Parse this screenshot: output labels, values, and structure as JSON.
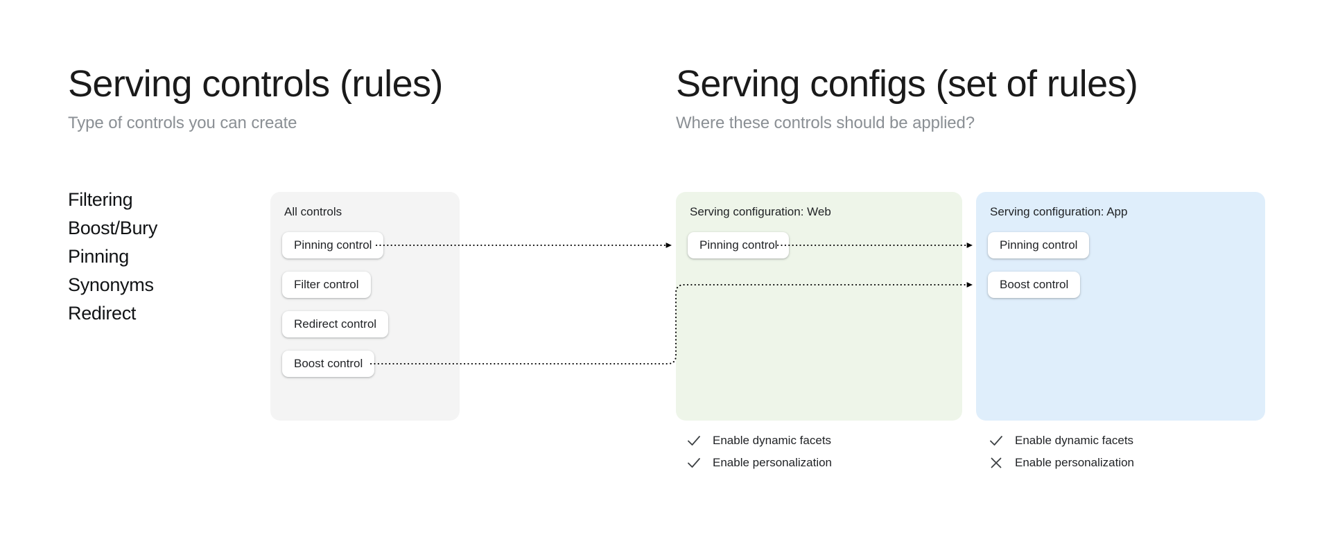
{
  "columns": {
    "left": {
      "title": "Serving controls (rules)",
      "subtitle": "Type of controls you can create"
    },
    "right": {
      "title": "Serving configs (set of rules)",
      "subtitle": "Where these controls should be applied?"
    }
  },
  "control_types": [
    {
      "label": "Filtering"
    },
    {
      "label": "Boost/Bury"
    },
    {
      "label": "Pinning"
    },
    {
      "label": "Synonyms"
    },
    {
      "label": "Redirect"
    }
  ],
  "panels": {
    "all_controls": {
      "label": "All controls",
      "bg": "#f4f4f4",
      "chips": [
        {
          "label": "Pinning control"
        },
        {
          "label": "Filter control"
        },
        {
          "label": "Redirect control"
        },
        {
          "label": "Boost control"
        }
      ]
    },
    "config_web": {
      "label": "Serving configuration: Web",
      "bg": "#eef5e9",
      "chips": [
        {
          "label": "Pinning control"
        }
      ],
      "options": [
        {
          "label": "Enable dynamic facets",
          "state": "check"
        },
        {
          "label": "Enable personalization",
          "state": "check"
        }
      ]
    },
    "config_app": {
      "label": "Serving configuration: App",
      "bg": "#dfeefb",
      "chips": [
        {
          "label": "Pinning control"
        },
        {
          "label": "Boost control"
        }
      ],
      "options": [
        {
          "label": "Enable dynamic facets",
          "state": "check"
        },
        {
          "label": "Enable personalization",
          "state": "cross"
        }
      ]
    }
  },
  "icons": {
    "check": "check-icon",
    "cross": "cross-icon",
    "arrow": "arrow-head-icon"
  },
  "colors": {
    "text_primary": "#1f2124",
    "text_muted": "#8a8f94",
    "panel_gray": "#f4f4f4",
    "panel_green": "#eef5e9",
    "panel_blue": "#dfeefb",
    "connector": "#000000"
  }
}
